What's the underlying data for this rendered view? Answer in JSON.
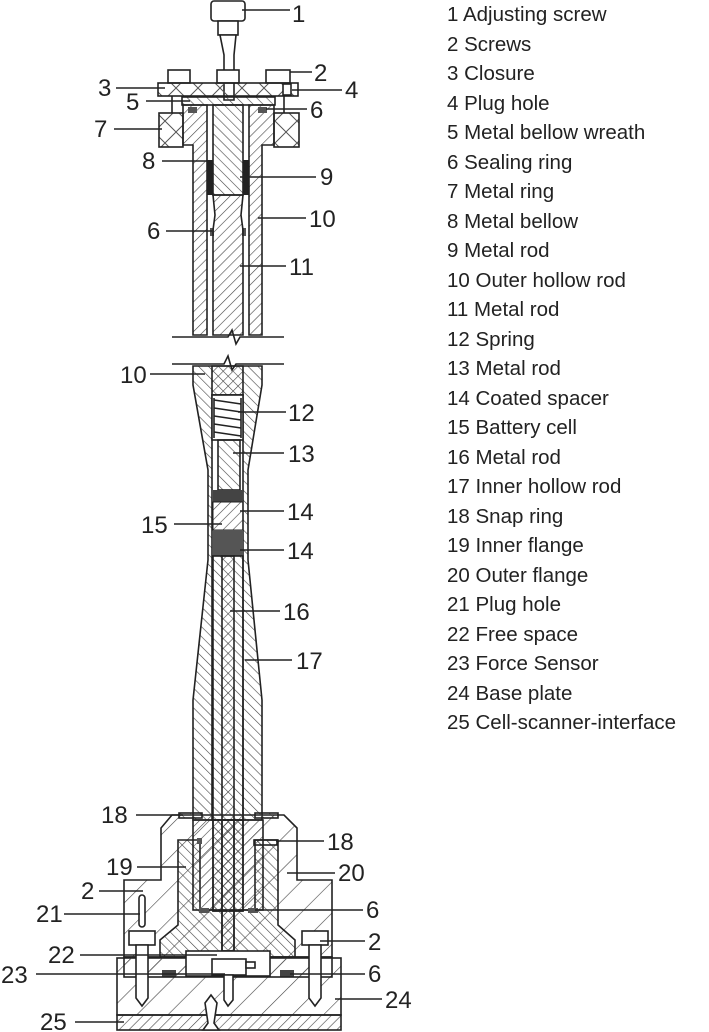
{
  "legend": [
    "1 Adjusting screw",
    "2 Screws",
    "3 Closure",
    "4 Plug hole",
    "5 Metal bellow wreath",
    "6 Sealing ring",
    "7 Metal ring",
    "8 Metal bellow",
    "9 Metal rod",
    "10 Outer hollow rod",
    "11 Metal rod",
    "12 Spring",
    "13 Metal rod",
    "14 Coated spacer",
    "15 Battery cell",
    "16 Metal rod",
    "17 Inner hollow rod",
    "18 Snap ring",
    "19 Inner flange",
    "20 Outer flange",
    "21 Plug hole",
    "22 Free space",
    "23 Force Sensor",
    "24 Base plate",
    "25 Cell-scanner-interface"
  ],
  "callouts": [
    "1",
    "2",
    "3",
    "4",
    "5",
    "6",
    "7",
    "8",
    "9",
    "10",
    "6",
    "11",
    "10",
    "12",
    "13",
    "14",
    "15",
    "14",
    "16",
    "17",
    "18",
    "18",
    "19",
    "20",
    "2",
    "21",
    "6",
    "2",
    "22",
    "23",
    "6",
    "24",
    "25"
  ]
}
